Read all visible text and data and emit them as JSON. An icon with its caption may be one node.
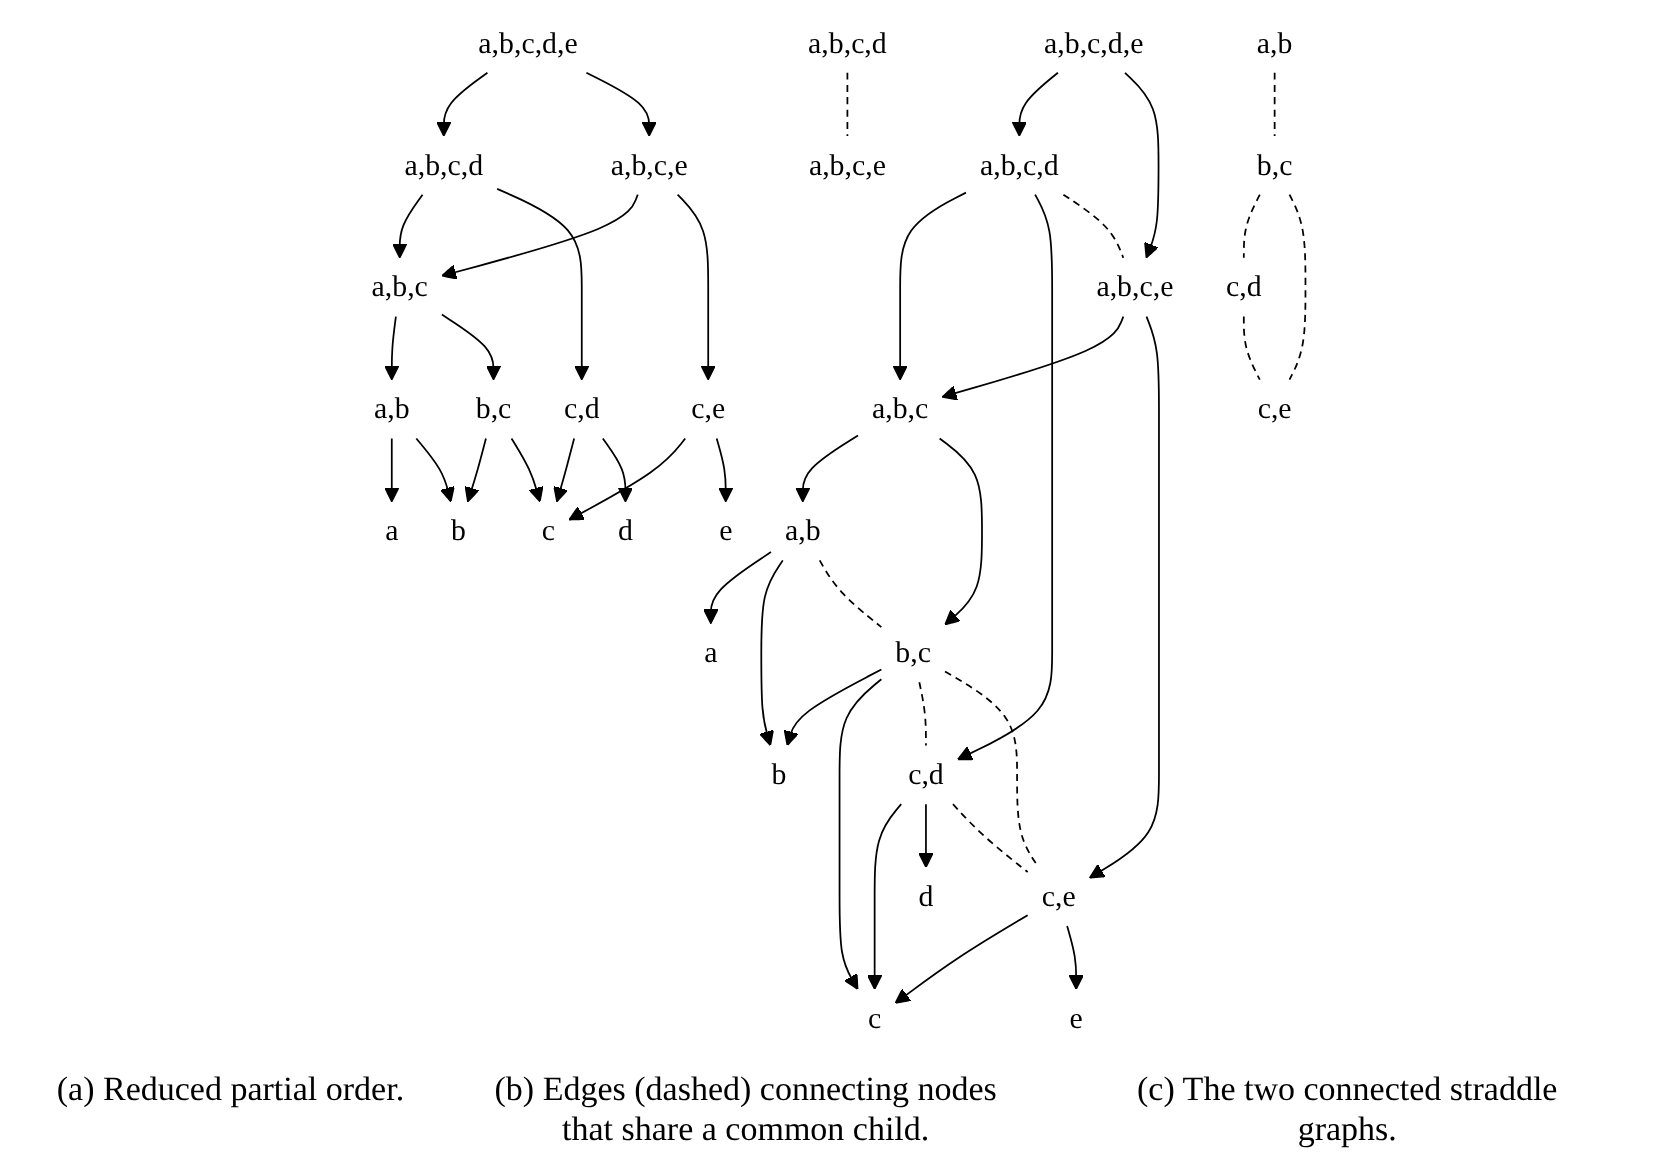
{
  "diagram": {
    "nodes": [
      {
        "text": [
          "a,b,c,d,e"
        ]
      },
      {
        "text": [
          "a,b,c,d"
        ]
      },
      {
        "text": [
          "a,b,c,e"
        ]
      },
      {
        "text": [
          "a,b,c"
        ]
      },
      {
        "text": [
          "a,b"
        ]
      },
      {
        "text": [
          "b,c"
        ]
      },
      {
        "text": [
          "c,d"
        ]
      },
      {
        "text": [
          "c,e"
        ]
      },
      {
        "text": [
          "a"
        ]
      },
      {
        "text": [
          "b"
        ]
      },
      {
        "text": [
          "c"
        ]
      },
      {
        "text": [
          "d"
        ]
      },
      {
        "text": [
          "e"
        ]
      },
      {
        "text": [
          "a,b,c,d,e"
        ]
      },
      {
        "text": [
          "a,b,c,d"
        ]
      },
      {
        "text": [
          "a,b,c,e"
        ]
      },
      {
        "text": [
          "a,b,c"
        ]
      },
      {
        "text": [
          "a,b"
        ]
      },
      {
        "text": [
          "b,c"
        ]
      },
      {
        "text": [
          "c,d"
        ]
      },
      {
        "text": [
          "c,e"
        ]
      },
      {
        "text": [
          "a"
        ]
      },
      {
        "text": [
          "b"
        ]
      },
      {
        "text": [
          "c"
        ]
      },
      {
        "text": [
          "d"
        ]
      },
      {
        "text": [
          "e"
        ]
      },
      {
        "text": [
          "a,b,c,d"
        ]
      },
      {
        "text": [
          "a,b,c,e"
        ]
      },
      {
        "text": [
          "c,d"
        ]
      },
      {
        "text": [
          "a,b"
        ]
      },
      {
        "text": [
          "b,c"
        ]
      },
      {
        "text": [
          "c,e"
        ]
      }
    ],
    "edges": [
      {
        "from": 0,
        "to": 1,
        "arrow": "to"
      },
      {
        "from": 0,
        "to": 2,
        "arrow": "to"
      },
      {
        "from": 1,
        "to": 3,
        "arrow": "to"
      },
      {
        "from": 1,
        "to": 6,
        "arrow": "to"
      },
      {
        "from": 2,
        "to": 3,
        "arrow": "to"
      },
      {
        "from": 2,
        "to": 7,
        "arrow": "to"
      },
      {
        "from": 3,
        "to": 4,
        "arrow": "to"
      },
      {
        "from": 3,
        "to": 5,
        "arrow": "to"
      },
      {
        "from": 4,
        "to": 8,
        "arrow": "to"
      },
      {
        "from": 4,
        "to": 9,
        "arrow": "to"
      },
      {
        "from": 5,
        "to": 9,
        "arrow": "to"
      },
      {
        "from": 5,
        "to": 10,
        "arrow": "to"
      },
      {
        "from": 6,
        "to": 10,
        "arrow": "to"
      },
      {
        "from": 6,
        "to": 11,
        "arrow": "to"
      },
      {
        "from": 7,
        "to": 10,
        "arrow": "to"
      },
      {
        "from": 7,
        "to": 12,
        "arrow": "to"
      },
      {
        "from": 13,
        "to": 14,
        "arrow": "to"
      },
      {
        "from": 13,
        "to": 15,
        "arrow": "to"
      },
      {
        "from": 14,
        "to": 16,
        "arrow": "to"
      },
      {
        "from": 14,
        "to": 19,
        "arrow": "to"
      },
      {
        "from": 15,
        "to": 16,
        "arrow": "to"
      },
      {
        "from": 15,
        "to": 20,
        "arrow": "to"
      },
      {
        "from": 16,
        "to": 17,
        "arrow": "to"
      },
      {
        "from": 16,
        "to": 18,
        "arrow": "to"
      },
      {
        "from": 17,
        "to": 21,
        "arrow": "to"
      },
      {
        "from": 17,
        "to": 22,
        "arrow": "to"
      },
      {
        "from": 18,
        "to": 22,
        "arrow": "to"
      },
      {
        "from": 18,
        "to": 23,
        "arrow": "to"
      },
      {
        "from": 19,
        "to": 23,
        "arrow": "to"
      },
      {
        "from": 19,
        "to": 24,
        "arrow": "to"
      },
      {
        "from": 20,
        "to": 23,
        "arrow": "to"
      },
      {
        "from": 20,
        "to": 25,
        "arrow": "to"
      },
      {
        "from": 14,
        "to": 15,
        "arrow": "none",
        "style": "dashed"
      },
      {
        "from": 17,
        "to": 18,
        "arrow": "none",
        "style": "dashed"
      },
      {
        "from": 18,
        "to": 19,
        "arrow": "none",
        "style": "dashed"
      },
      {
        "from": 19,
        "to": 20,
        "arrow": "none",
        "style": "dashed"
      },
      {
        "from": 18,
        "to": 20,
        "arrow": "none",
        "style": "dashed"
      },
      {
        "from": 26,
        "to": 27,
        "arrow": "none",
        "style": "dashed"
      },
      {
        "from": 29,
        "to": 30,
        "arrow": "none",
        "style": "dashed"
      },
      {
        "from": 30,
        "to": 28,
        "arrow": "none",
        "style": "dashed"
      },
      {
        "from": 28,
        "to": 31,
        "arrow": "none",
        "style": "dashed"
      },
      {
        "from": 30,
        "to": 31,
        "arrow": "none",
        "style": "dashed"
      }
    ],
    "labels": [
      "(a) Reduced partial order.",
      "(b) Edges (dashed) connecting nodes that share a common child.",
      "(c) The two connected straddle graphs."
    ]
  }
}
